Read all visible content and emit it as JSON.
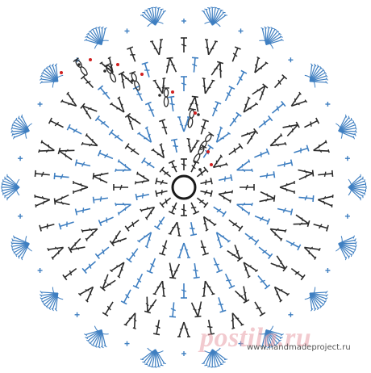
{
  "diagram": {
    "kind": "round crochet motif",
    "rows": 9,
    "colors": {
      "dark": "#2b2b2b",
      "blue": "#3f7fc1",
      "marker": "#d02020",
      "ring": "#1a1a1a"
    },
    "symbols": [
      "chain-ring",
      "double-crochet",
      "treble-crochet",
      "puff-cluster",
      "fan-shell",
      "single-crochet-cross",
      "slip-stitch-dot"
    ]
  },
  "watermark": {
    "main": "postila.ru",
    "sub": "www.handmadeproject.ru"
  }
}
